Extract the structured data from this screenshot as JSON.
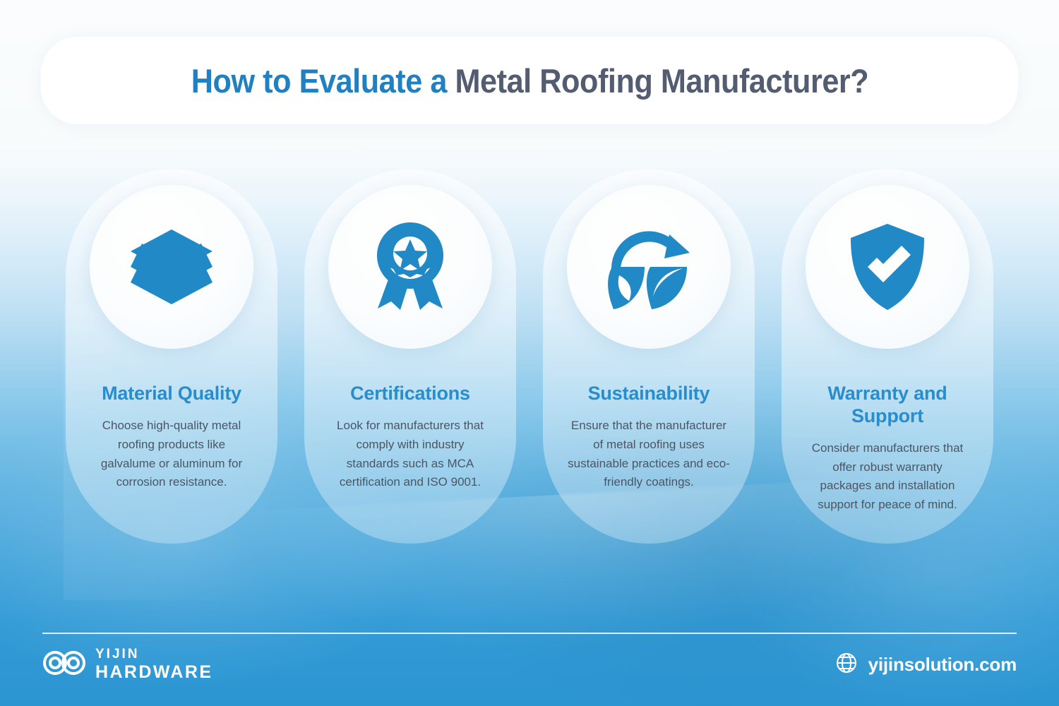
{
  "header": {
    "title_part1": "How to Evaluate a ",
    "title_part2": "Metal Roofing Manufacturer?",
    "title_full": "How to Evaluate a Metal Roofing Manufacturer?"
  },
  "colors": {
    "accent_blue": "#2180C2",
    "title_gray": "#535C70",
    "card_heading": "#2A8DCB",
    "body_text": "#4C5662",
    "icon_blue": "#2189C6",
    "background_top": "#FAFCFD",
    "background_bottom": "#2B95D2"
  },
  "cards": [
    {
      "icon": "layers-icon",
      "title": "Material Quality",
      "body": "Choose high-quality metal roofing products like galvalume or aluminum for corrosion resistance."
    },
    {
      "icon": "award-ribbon-icon",
      "title": "Certifications",
      "body": "Look for manufacturers that comply with industry standards such as MCA certification and ISO 9001."
    },
    {
      "icon": "recycle-leaf-icon",
      "title": "Sustainability",
      "body": "Ensure that the manufacturer of metal roofing uses sustainable practices and eco-friendly coatings."
    },
    {
      "icon": "shield-check-icon",
      "title": "Warranty and Support",
      "body": "Consider manufacturers that offer robust warranty packages and installation support for peace of mind."
    }
  ],
  "footer": {
    "logo_icon": "infinity-loop-logo-icon",
    "brand_line1": "YIJIN",
    "brand_line2": "HARDWARE",
    "globe_icon": "globe-icon",
    "website": "yijinsolution.com"
  }
}
